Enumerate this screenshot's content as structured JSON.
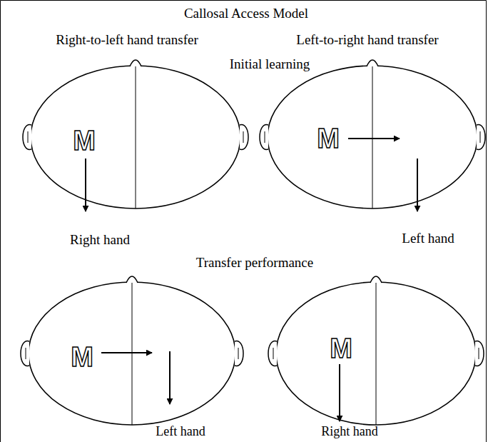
{
  "diagram": {
    "title": "Callosal Access Model",
    "nodes": [
      {
        "text": [
          "M"
        ]
      },
      {
        "text": [
          "M"
        ]
      },
      {
        "text": [
          "M"
        ]
      },
      {
        "text": [
          "M"
        ]
      }
    ],
    "labels": [
      "Right-to-left hand transfer",
      "Left-to-right hand transfer",
      "Initial learning",
      "Right hand",
      "Left hand",
      "Transfer performance",
      "Left hand",
      "Right hand"
    ]
  }
}
